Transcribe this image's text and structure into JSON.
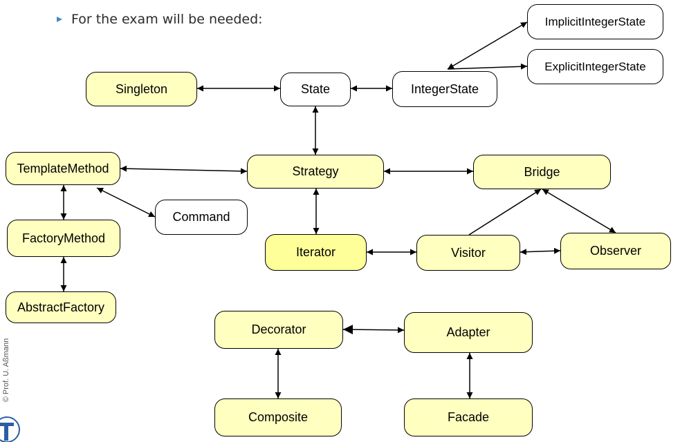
{
  "bullet": {
    "text": "For the exam will be needed:"
  },
  "copyright": "© Prof. U. Aßmann",
  "nodes": {
    "singleton": "Singleton",
    "state": "State",
    "integer_state": "IntegerState",
    "implicit_integer_state": "ImplicitIntegerState",
    "explicit_integer_state": "ExplicitIntegerState",
    "template_method": "TemplateMethod",
    "strategy": "Strategy",
    "bridge": "Bridge",
    "command": "Command",
    "factory_method": "FactoryMethod",
    "iterator": "Iterator",
    "visitor": "Visitor",
    "observer": "Observer",
    "abstract_factory": "AbstractFactory",
    "decorator": "Decorator",
    "adapter": "Adapter",
    "composite": "Composite",
    "facade": "Facade"
  },
  "colors": {
    "pattern_fill": "#ffffc0",
    "highlight_fill": "#ffff99",
    "plain_fill": "#ffffff",
    "bullet": "#4a86c8"
  }
}
